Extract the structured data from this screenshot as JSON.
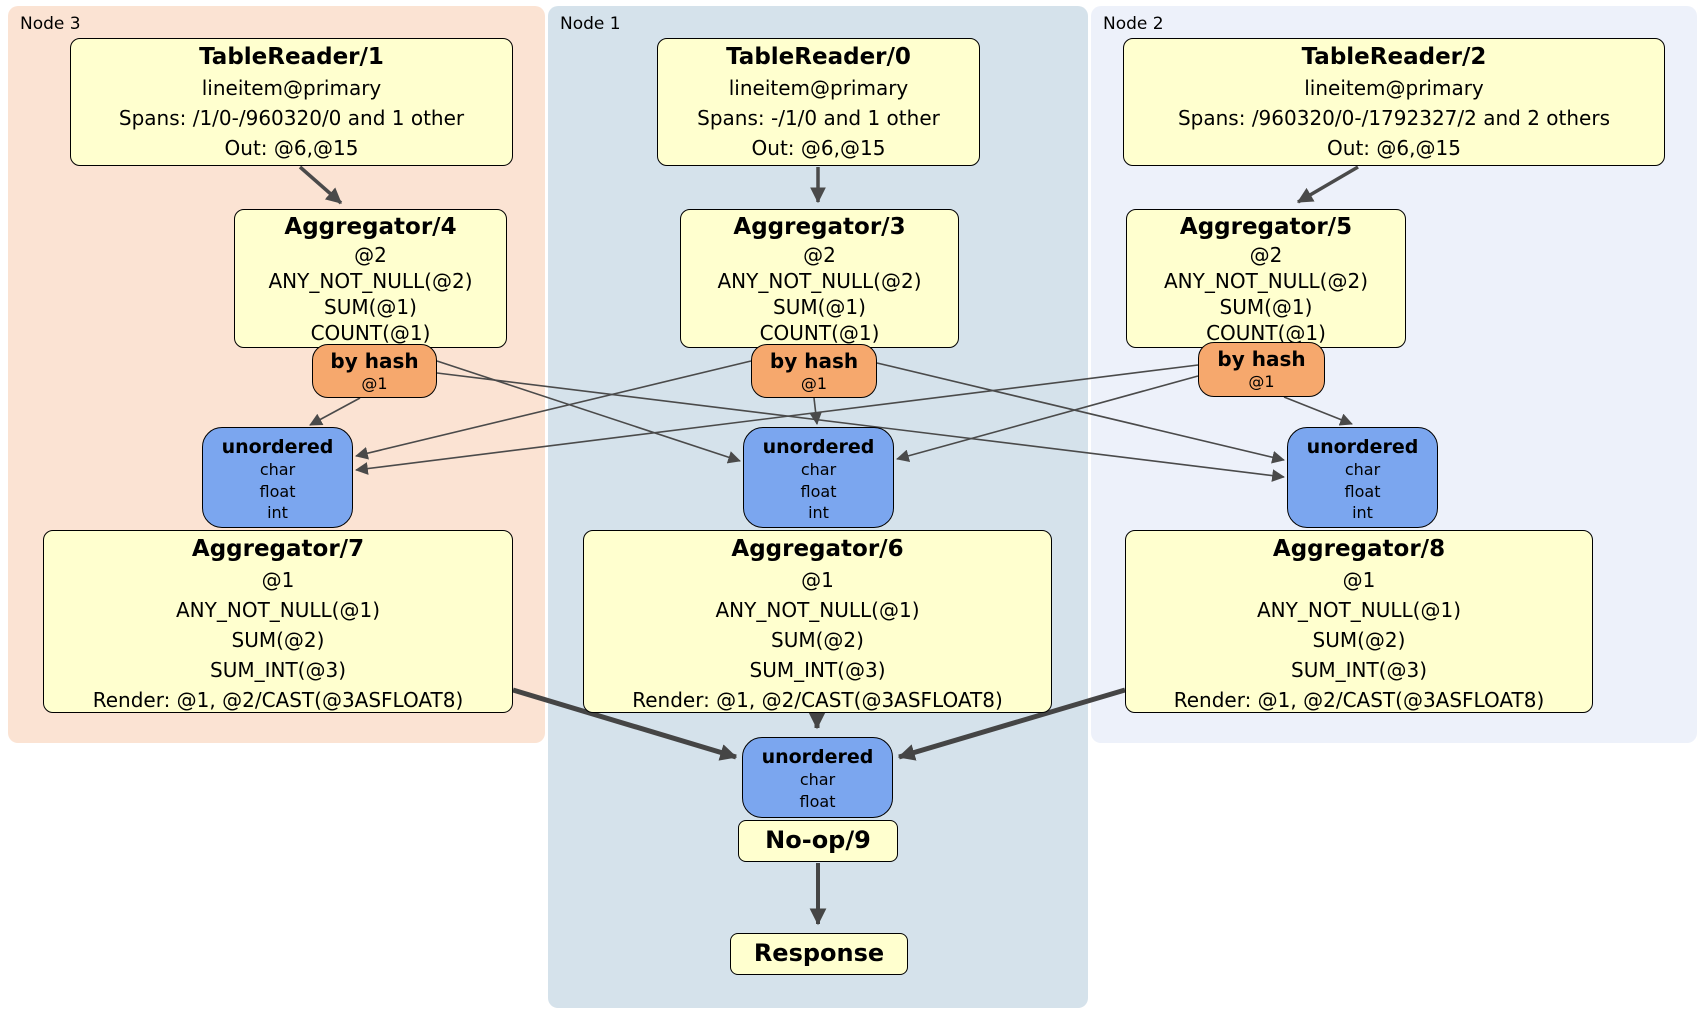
{
  "colors": {
    "node3_bg": "#fbe3d3",
    "node1_bg": "#d5e2eb",
    "node2_bg": "#edf1fa",
    "processor_bg": "#ffffcf",
    "router_bg": "#f6a86d",
    "sync_bg": "#7ba6ef",
    "edge": "#4a4a4a"
  },
  "node3": {
    "label": "Node 3",
    "tablereader": {
      "title": "TableReader/1",
      "lines": [
        "lineitem@primary",
        "Spans: /1/0-/960320/0 and 1 other",
        "Out: @6,@15"
      ]
    },
    "aggregator_top": {
      "title": "Aggregator/4",
      "lines": [
        "@2",
        "ANY_NOT_NULL(@2)",
        "SUM(@1)",
        "COUNT(@1)"
      ]
    },
    "router": {
      "label": "by hash",
      "hash_columns": "@1"
    },
    "sync": {
      "label": "unordered",
      "streams": [
        "char",
        "float",
        "int"
      ]
    },
    "aggregator_bottom": {
      "title": "Aggregator/7",
      "lines": [
        "@1",
        "ANY_NOT_NULL(@1)",
        "SUM(@2)",
        "SUM_INT(@3)",
        "Render: @1, @2/CAST(@3ASFLOAT8)"
      ]
    }
  },
  "node1": {
    "label": "Node 1",
    "tablereader": {
      "title": "TableReader/0",
      "lines": [
        "lineitem@primary",
        "Spans: -/1/0 and 1 other",
        "Out: @6,@15"
      ]
    },
    "aggregator_top": {
      "title": "Aggregator/3",
      "lines": [
        "@2",
        "ANY_NOT_NULL(@2)",
        "SUM(@1)",
        "COUNT(@1)"
      ]
    },
    "router": {
      "label": "by hash",
      "hash_columns": "@1"
    },
    "sync": {
      "label": "unordered",
      "streams": [
        "char",
        "float",
        "int"
      ]
    },
    "aggregator_bottom": {
      "title": "Aggregator/6",
      "lines": [
        "@1",
        "ANY_NOT_NULL(@1)",
        "SUM(@2)",
        "SUM_INT(@3)",
        "Render: @1, @2/CAST(@3ASFLOAT8)"
      ]
    },
    "final_sync": {
      "label": "unordered",
      "streams": [
        "char",
        "float"
      ]
    },
    "noop": {
      "label": "No-op/9"
    },
    "response": {
      "label": "Response"
    }
  },
  "node2": {
    "label": "Node 2",
    "tablereader": {
      "title": "TableReader/2",
      "lines": [
        "lineitem@primary",
        "Spans: /960320/0-/1792327/2 and 2 others",
        "Out: @6,@15"
      ]
    },
    "aggregator_top": {
      "title": "Aggregator/5",
      "lines": [
        "@2",
        "ANY_NOT_NULL(@2)",
        "SUM(@1)",
        "COUNT(@1)"
      ]
    },
    "router": {
      "label": "by hash",
      "hash_columns": "@1"
    },
    "sync": {
      "label": "unordered",
      "streams": [
        "char",
        "float",
        "int"
      ]
    },
    "aggregator_bottom": {
      "title": "Aggregator/8",
      "lines": [
        "@1",
        "ANY_NOT_NULL(@1)",
        "SUM(@2)",
        "SUM_INT(@3)",
        "Render: @1, @2/CAST(@3ASFLOAT8)"
      ]
    }
  }
}
